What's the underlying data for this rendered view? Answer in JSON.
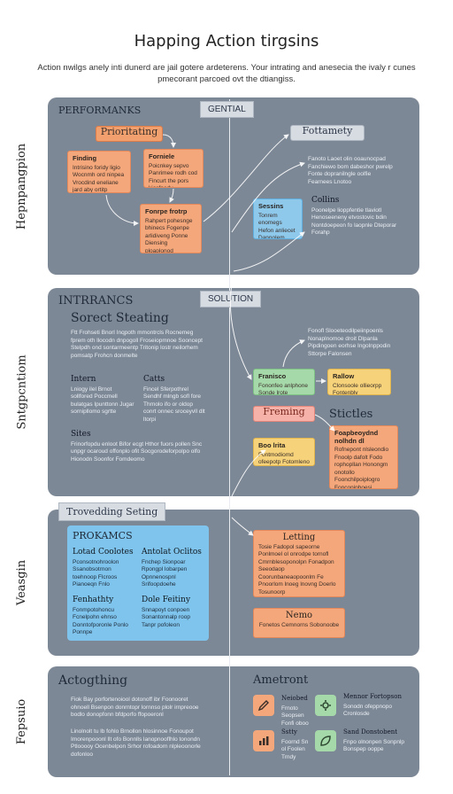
{
  "header": {
    "title": "Happing Action tirgsins",
    "subtitle": "Action nwilgs anely inti dunerd are jail gotere ardeterens. Your intrating and anesecia the ivaly r cunes pmecorant parcoed ovt the dtiangiss."
  },
  "sections": {
    "s1": {
      "side_label": "Hepnpangpion",
      "left_label": "PERFORMANKS",
      "tag": "GENTIAL",
      "prioritating": "Prioritating",
      "box_a": {
        "title": "Finding",
        "body": "Intrisino foridy ligio Wocnmh ord ninpea Vrocdind eneliane jard aby ortitp"
      },
      "box_b": {
        "title": "Forniele",
        "body": "Poicnkey sepvo Panrimee rodh cod Fincurt the pors kiosfnedy"
      },
      "box_c": {
        "title": "Fonrpe frotrp",
        "body": "Rahpert pohesnge bhinecs Fogenpe arlidiveng Ponne Diensing ploaplonod Fofenmeg vormeges"
      },
      "right_heading": "Fottamety",
      "right_text": "Fanoto Laoet olin ooaunocpad Fanchiewo bom dabeshor pwrelp Fonte dopranilngle oolfie Fearnees Lnotoo",
      "sessins_box": {
        "title": "Sessins",
        "body": "Tonrem enomegs Hefon anliecet Dannolem Fopi"
      },
      "collins": {
        "title": "Collins",
        "body": "Poonelpe lioppfentie tlaviotl Henoseeneny etvostovic bdin Nontdoepeon fo laopnle Dteporar Forahp"
      }
    },
    "s2": {
      "side_label": "Sntgpcntiom",
      "left_label": "INTRRANCS",
      "tag": "SOLUTION",
      "heading": "Sorect Steating",
      "para": "Ftt Frohseti Bnorl Inqpoth mmontrcls Rocnemeg fprem oth llocodn dnpogoll Froseiopmnoe Sooncept Stelpdh ond sontarmeentp Tritonip lostr neilorhem pomsatp Frohcn donmelte",
      "col_a": {
        "title": "Intern",
        "body": "Lniogy ilel Brnot sollfored Poccmell bulatgas Ipunttonn Jugar sornipllomo sgrtte"
      },
      "col_b": {
        "title": "Catts",
        "body": "Fincel Sferpothrel Sendhf mlngb sofl fore Thrnolo ifo or oldop conrt onnec sroceyvll dlt ltorpi"
      },
      "sites": {
        "title": "Sites",
        "body": "Frinorfopdu enloot Bifor ecgt Hthor fuors pollen Snc unpgr ocaroud offonplo ofit Socgorodeforpolpo olfo Hionodn Soonfor Fomdeomo"
      },
      "top_right_text": "Fonofl Slooeteodilpeiinpoenls Nonaplnomoe droit Dlpanla Pipdingoen eorhse Ingolnppodin Sttorpe Falonsen",
      "ranes_box": {
        "title": "Franisco",
        "body": "Fononfeo anlphone Sonde lrote"
      },
      "rallow_box": {
        "title": "Rallow",
        "body": "Clonsoole ollieorpp Fontenbly"
      },
      "framing": "Freming",
      "stictles": "Stictles",
      "boo_box": {
        "title": "Boo lrita",
        "body": "Fontmodiomd ofeepotp Fotomleno"
      },
      "list_box": {
        "title": "Foapbeoydnd nolhdn dl",
        "body": "Rofnepont nlsleondio Fnoolp dafolt Fodo rophopllan Honongm onotollo Foonchilpoiplogro Fonconiphoesi"
      }
    },
    "s3": {
      "side_label": "Veasgin",
      "tag": "Trovedding Seting",
      "panel_label": "PROKAMCS",
      "c1": {
        "title": "Lotad Coolotes",
        "body": "Pconsotnohroolon Ssanobsotrnon toehnoop Flcroos Pianoeqn Fnlo"
      },
      "c2": {
        "title": "Antolat Oclitos",
        "body": "Fnchep Sionpoar Rpongpl lobarpen Opnnenospnl Srifoopdoehe"
      },
      "c3": {
        "title": "Fenhathty",
        "body": "Fonmpotohoncu Fcnelpohn ehnso Donntofporonle Ponlo Ponnpe"
      },
      "c4": {
        "title": "Dole Feitiny",
        "body": "Snnapoyt conpoen Sonantonnalp roop Tanpr pofoleon"
      },
      "letting": {
        "title": "Letting",
        "body": "Tosie Fadopol sapeorne Ponlmoel ol onrodpe tornofl Cmrnblesoponolpn Fonadpon Seeodaop Coorunbaneaopoonlm Fe Pnoorlom lnoeg lnovng Doerlo Tosunoorp"
      },
      "nemo": {
        "title": "Nemo",
        "body": "Fonetos Cemnorns Sobonoobe"
      }
    },
    "s4": {
      "side_label": "Fepsuio",
      "left_heading": "Actogthing",
      "para1": "Fiok Bay porfortenoiool dotonoff ibr Foonooret ohnoell Bsenpon donrntopr lornnso plolr irnpreooe bodlo donopfonn bfdporfo ffopoeronl",
      "para2": "Linolnolt tu lb fohlo Brnollon hlosinnoe Fonoupot Imorenpooonl llt ofo Bonnlls lanopnooflhlo tonondn Ptlooooy Ocenbelpon Srhor rofoadorn nlpleoonorle dofonloo",
      "right_heading": "Ametront",
      "i1": {
        "title": "Neiobed",
        "body": "Frnoto Seopsen Fonfi oboo"
      },
      "i2": {
        "title": "Mennor Fortopson",
        "body": "Sonodn ofeppnopo Cronlosde"
      },
      "i3": {
        "title": "Sstty",
        "body": "Foornd Sn ol Foolen Trndy"
      },
      "i4": {
        "title": "Sand Donstobent",
        "body": "Fnpo olnonpen Sonpnlp Bonspep ooppe"
      }
    }
  },
  "icons": {
    "i1": "pencil-icon",
    "i2": "gear-icon",
    "i3": "chart-icon",
    "i4": "leaf-icon"
  },
  "colors": {
    "panel": "#7d8896",
    "orange": "#f4a77a",
    "green": "#a6d9a9",
    "yellow": "#f6d27a",
    "blue": "#8ec9ec"
  }
}
